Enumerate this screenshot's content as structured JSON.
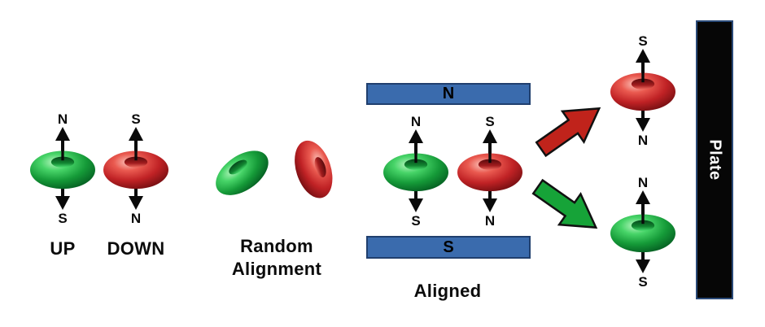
{
  "diagram": {
    "up": {
      "pole_top": "N",
      "pole_bottom": "S",
      "label": "UP"
    },
    "down": {
      "pole_top": "S",
      "pole_bottom": "N",
      "label": "DOWN"
    },
    "random": {
      "label_line1": "Random",
      "label_line2": "Alignment"
    },
    "aligned": {
      "magnet_top": "N",
      "magnet_bottom": "S",
      "label": "Aligned",
      "up_spin": {
        "pole_top": "N",
        "pole_bottom": "S"
      },
      "down_spin": {
        "pole_top": "S",
        "pole_bottom": "N"
      }
    },
    "deflected_up": {
      "pole_top": "S",
      "pole_bottom": "N"
    },
    "deflected_down": {
      "pole_top": "N",
      "pole_bottom": "S"
    },
    "plate_label": "Plate",
    "colors": {
      "spin_up_green": "#1ca63e",
      "spin_down_red": "#c02225",
      "magnet_blue": "#3a6bad",
      "magnet_border": "#203f6e",
      "arrow_red": "#c0231b",
      "arrow_green": "#16a338",
      "plate_black": "#060606",
      "text_black": "#0b0b0b"
    }
  }
}
